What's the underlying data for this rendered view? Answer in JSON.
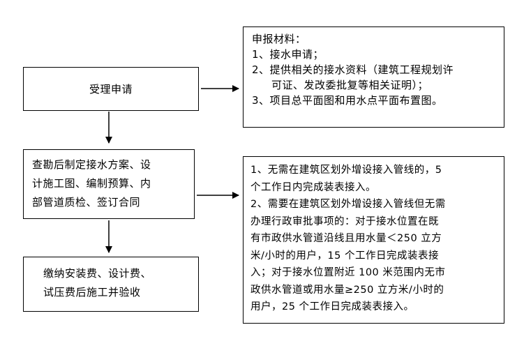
{
  "nodes": {
    "accept": {
      "text": "受理申请"
    },
    "materials": {
      "title": "申报材料：",
      "items": [
        "1、接水申请；",
        "2、提供相关的接水资料（建筑工程规划许",
        "可证、发改委批复等相关证明）；",
        "3、项目总平面图和用水点平面布置图。"
      ]
    },
    "survey": {
      "lines": [
        "查勘后制定接水方案、设",
        "计施工图、编制预算、内",
        "部管道质检、签订合同"
      ]
    },
    "conditions": {
      "lines": [
        "1、无需在建筑区划外增设接入管线的，5",
        "个工作日内完成装表接入。",
        "2、需要在建筑区划外增设接入管线但无需",
        "办理行政审批事项的：对于接水位置在既",
        "有市政供水管道沿线且用水量＜250 立方",
        "米/小时的用户，15 个工作日完成装表接",
        "入；对于接水位置附近 100 米范围内无市",
        "政供水管道或用水量≥250 立方米/小时的",
        "用户，25 个工作日完成装表接入。"
      ]
    },
    "payment": {
      "lines": [
        "缴纳安装费、设计费、",
        "试压费后施工并验收"
      ]
    }
  }
}
